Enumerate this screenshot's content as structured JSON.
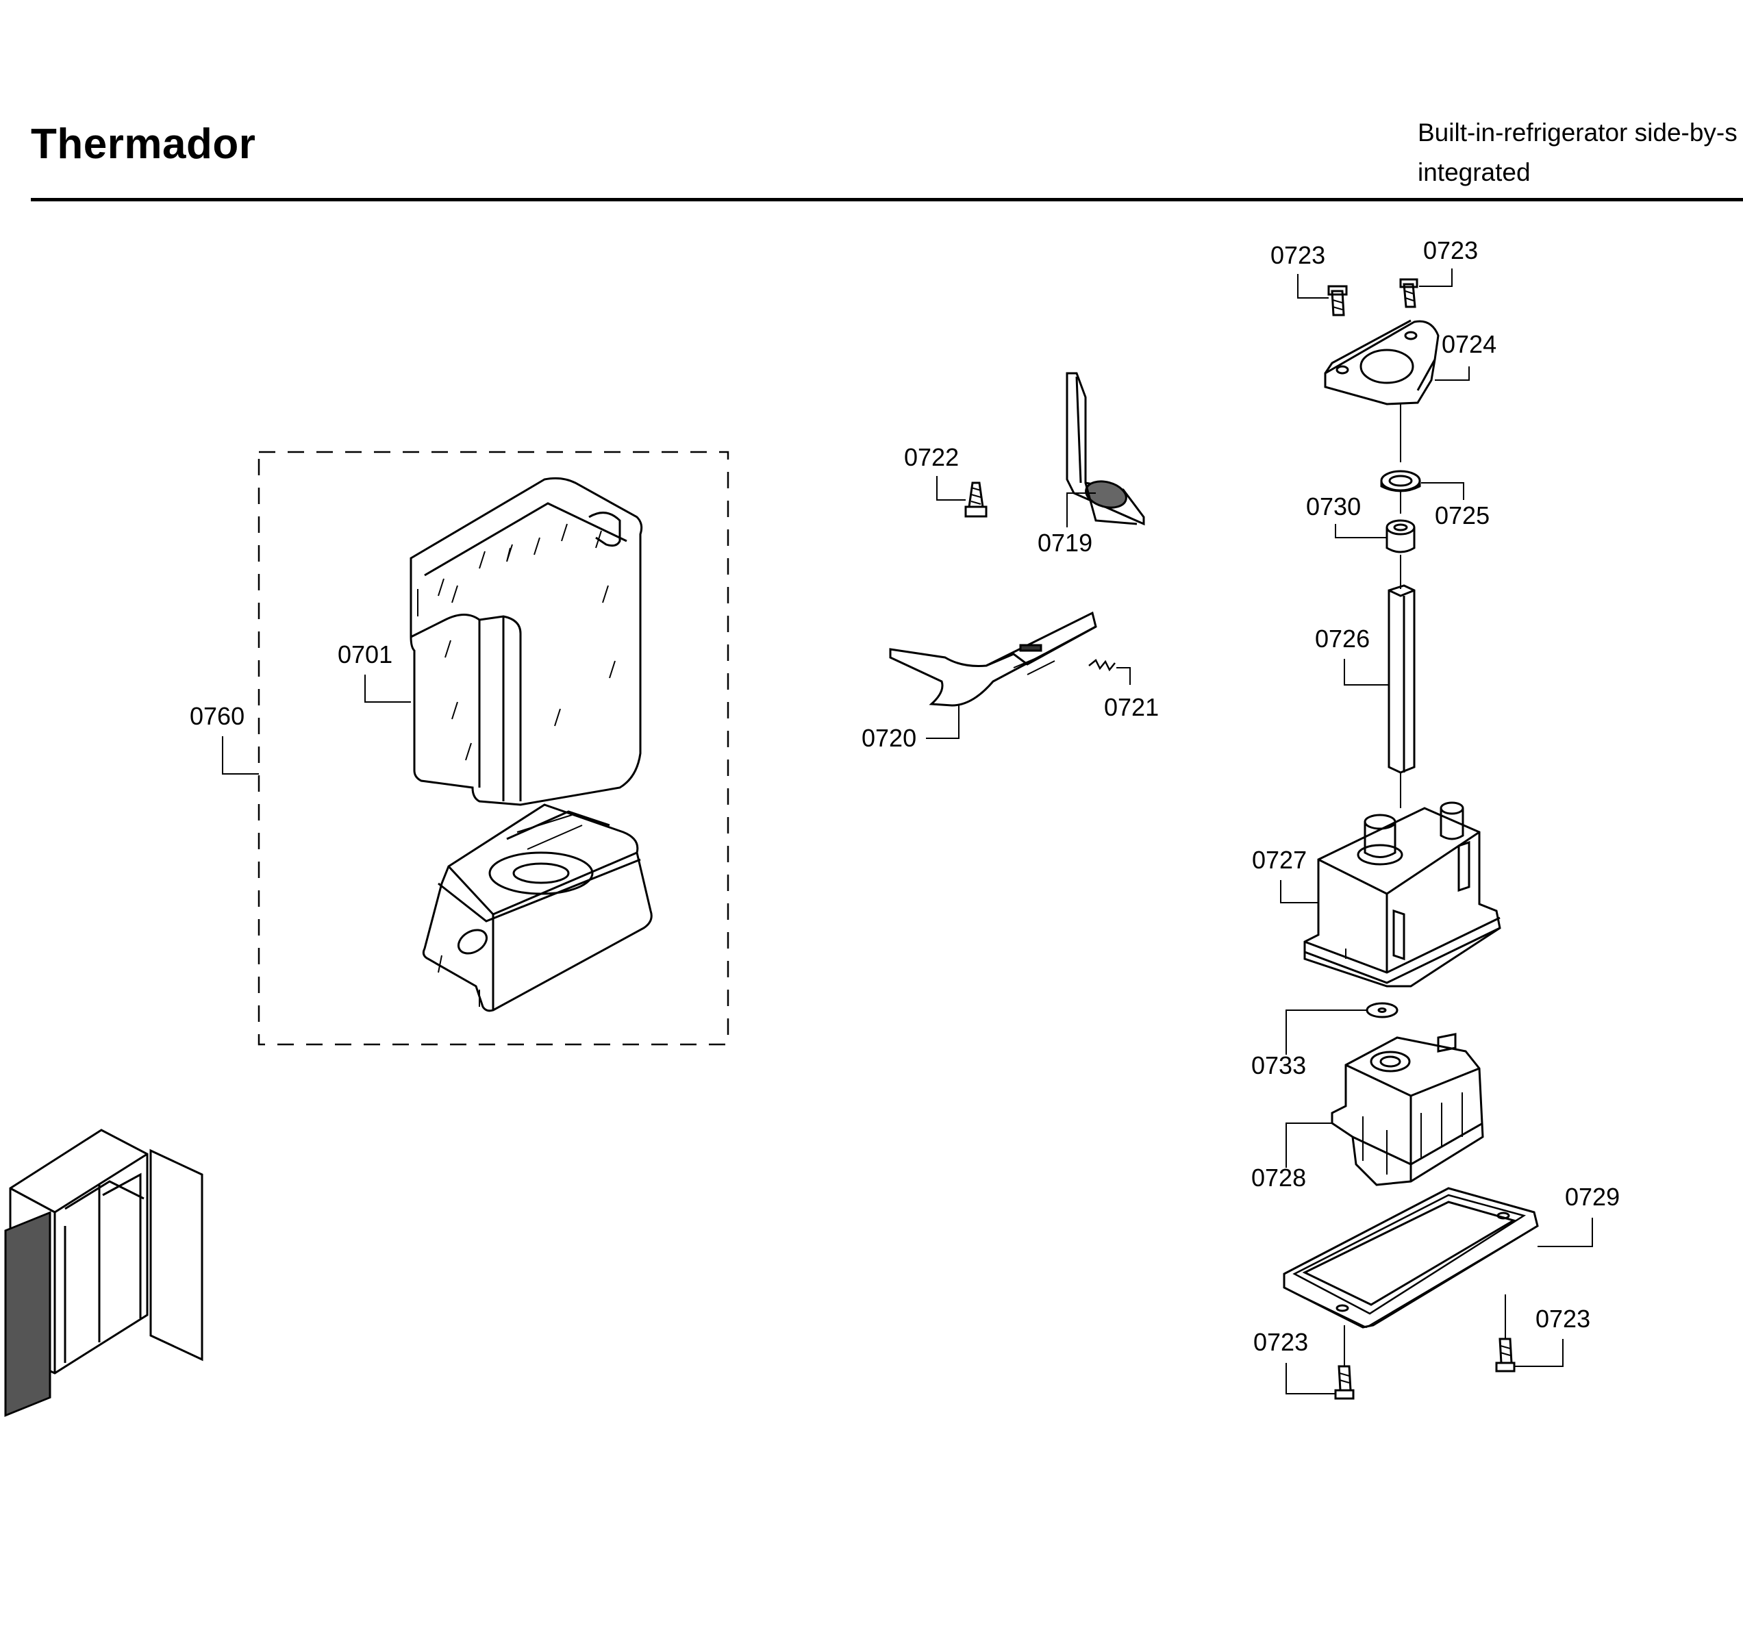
{
  "header": {
    "brand": "Thermador",
    "subtitle_line1": "Built-in-refrigerator side-by-s",
    "subtitle_line2": "integrated"
  },
  "labels": {
    "p0701": "0701",
    "p0760": "0760",
    "p0722": "0722",
    "p0719": "0719",
    "p0720": "0720",
    "p0721": "0721",
    "p0723_a": "0723",
    "p0723_b": "0723",
    "p0724": "0724",
    "p0730": "0730",
    "p0725": "0725",
    "p0726": "0726",
    "p0727": "0727",
    "p0733": "0733",
    "p0728": "0728",
    "p0729": "0729",
    "p0723_c": "0723",
    "p0723_d": "0723"
  }
}
